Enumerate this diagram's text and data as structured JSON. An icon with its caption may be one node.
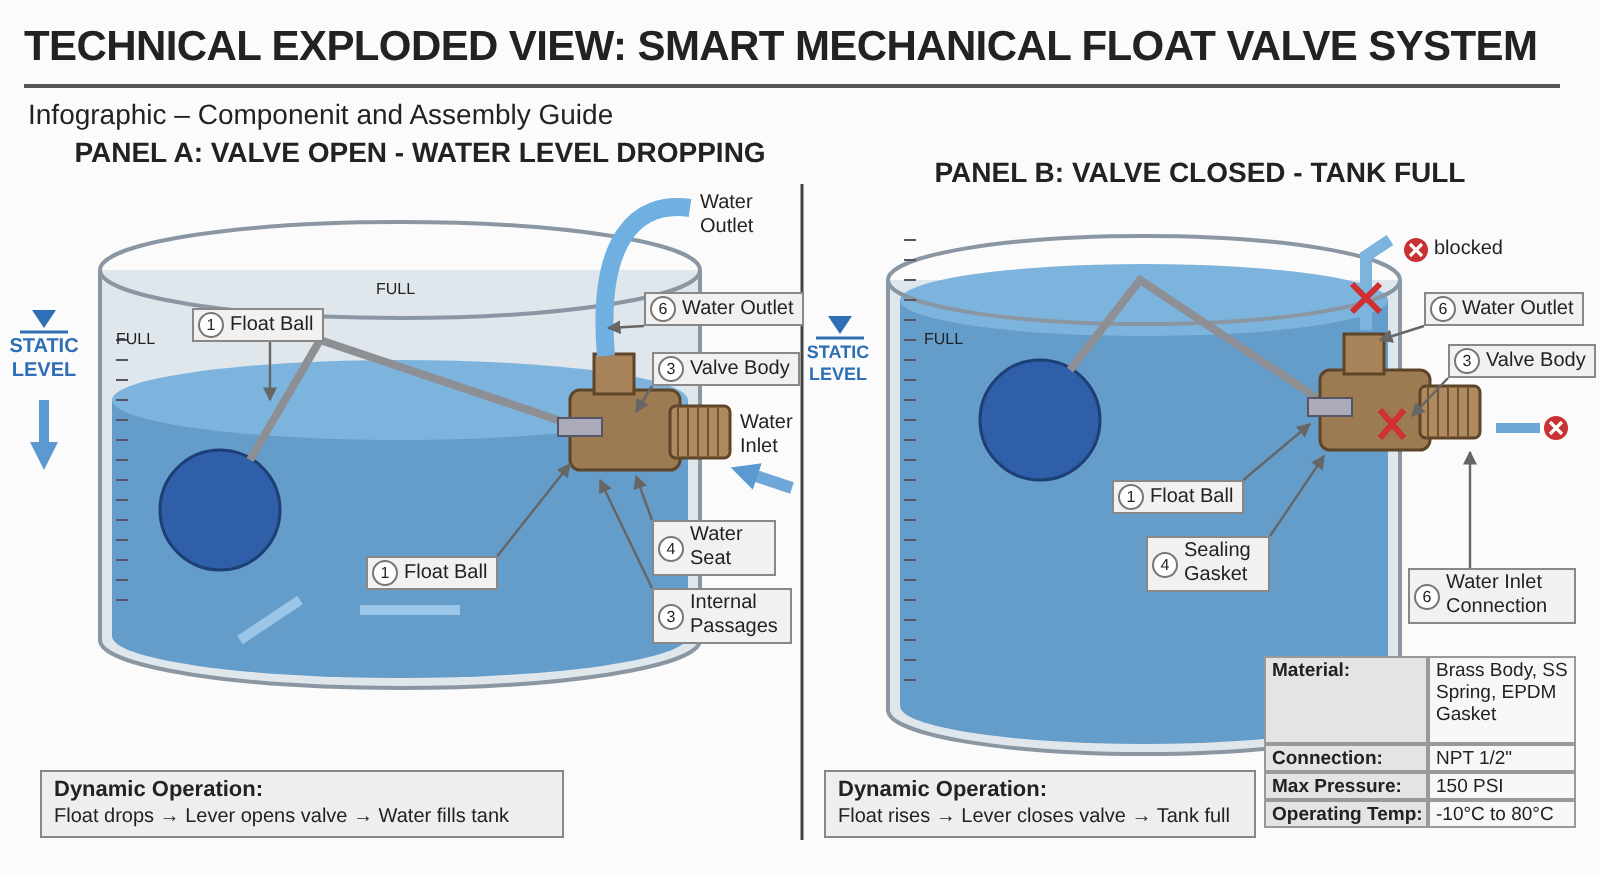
{
  "diagram": {
    "title": "TECHNICAL EXPLODED VIEW: SMART MECHANICAL FLOAT VALVE SYSTEM",
    "nodes": [
      {
        "text": [
          "1",
          "Float Ball"
        ]
      },
      {
        "text": [
          "6",
          "Water Outlet"
        ]
      },
      {
        "text": [
          "3",
          "Valve Body"
        ]
      },
      {
        "text": [
          "1",
          "Float Ball"
        ]
      },
      {
        "text": [
          "4",
          "Water Seat"
        ]
      },
      {
        "text": [
          "3",
          "Internal Passages"
        ]
      },
      {
        "text": [
          "Dynamic Operation:",
          "Float drops → Lever opens valve → Water fills tank"
        ]
      },
      {
        "text": [
          "6",
          "Water Outlet"
        ]
      },
      {
        "text": [
          "3",
          "Valve Body"
        ]
      },
      {
        "text": [
          "1",
          "Float Ball"
        ]
      },
      {
        "text": [
          "4",
          "Sealing Gasket"
        ]
      },
      {
        "text": [
          "6",
          "Water Inlet Connection"
        ]
      },
      {
        "text": [
          "Dynamic Operation:",
          "Float rises → Lever closes valve → Tank full"
        ]
      }
    ],
    "edges": [
      {
        "from": 0,
        "to": null,
        "arrow": "to"
      },
      {
        "from": 1,
        "to": null,
        "arrow": "to"
      },
      {
        "from": 2,
        "to": null,
        "arrow": "to"
      },
      {
        "from": 3,
        "to": null,
        "arrow": "to"
      },
      {
        "from": 4,
        "to": null,
        "arrow": "to"
      },
      {
        "from": 5,
        "to": null,
        "arrow": "to"
      },
      {
        "from": 7,
        "to": null,
        "arrow": "to"
      },
      {
        "from": 8,
        "to": null,
        "arrow": "to"
      },
      {
        "from": 9,
        "to": null,
        "arrow": "to"
      },
      {
        "from": 10,
        "to": null,
        "arrow": "to"
      },
      {
        "from": 11,
        "to": null,
        "arrow": "to"
      }
    ],
    "labels": [
      "Infographic – Componenit and Assembly Guide",
      "PANEL A: VALVE OPEN - WATER LEVEL DROPPING",
      "Water Outlet",
      "FULL",
      "STATIC LEVEL",
      "FULL",
      "Water Inlet",
      "PANEL B: VALVE CLOSED - TANK FULL",
      "blocked",
      "STATIC LEVEL",
      "FULL",
      "Material:",
      "Brass Body, SS Spring, EPDM Gasket",
      "Connection:",
      "NPT 1/2\"",
      "Max Pressure:",
      "150 PSI",
      "Operating Temp:",
      "-10°C to 80°C"
    ]
  }
}
